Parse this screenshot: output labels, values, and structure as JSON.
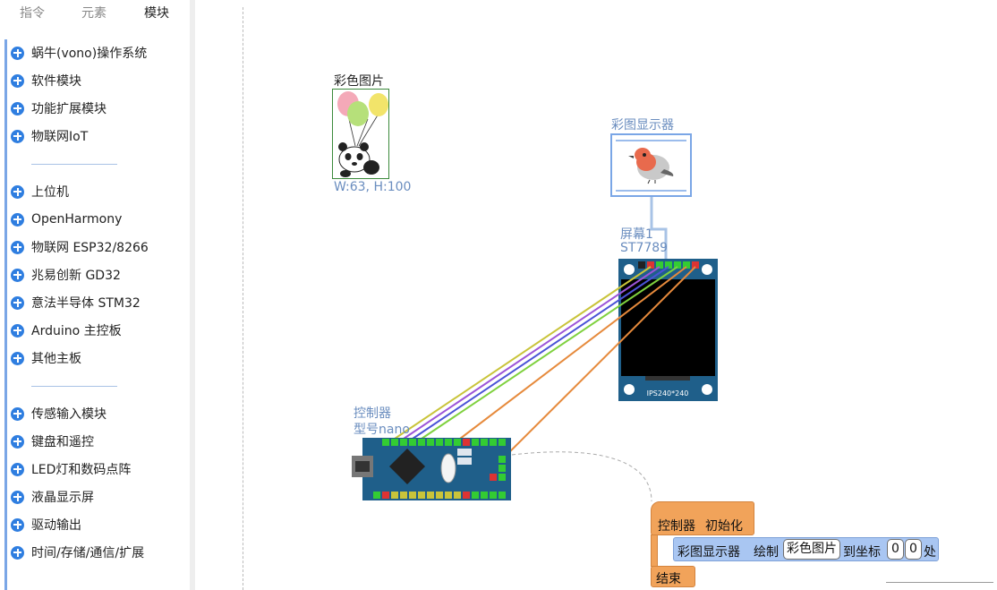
{
  "tabs": [
    {
      "label": "指令",
      "active": false
    },
    {
      "label": "元素",
      "active": false
    },
    {
      "label": "模块",
      "active": true
    }
  ],
  "sidebar": {
    "groups": [
      [
        "蜗牛(vono)操作系统",
        "软件模块",
        "功能扩展模块",
        "物联网IoT"
      ],
      [
        "上位机",
        "OpenHarmony",
        "物联网 ESP32/8266",
        "兆易创新 GD32",
        "意法半导体 STM32",
        "Arduino 主控板",
        "其他主板"
      ],
      [
        "传感输入模块",
        "键盘和遥控",
        "LED灯和数码点阵",
        "液晶显示屏",
        "驱动输出",
        "时间/存储/通信/扩展"
      ]
    ]
  },
  "canvas": {
    "image_component": {
      "title": "彩色图片",
      "size_text": "W:63, H:100"
    },
    "display_component": {
      "title": "彩图显示器"
    },
    "screen_component": {
      "name": "屏幕1",
      "model": "ST7789",
      "board_text": "IPS240*240"
    },
    "controller_component": {
      "name": "控制器",
      "model": "型号nano"
    },
    "code_blocks": {
      "init": {
        "obj": "控制器",
        "action": "初始化"
      },
      "draw": {
        "obj": "彩图显示器",
        "verb": "绘制",
        "image": "彩色图片",
        "to": "到坐标",
        "x": "0",
        "y": "0",
        "end_word": "处"
      },
      "end": {
        "label": "结束"
      }
    },
    "wire_colors": [
      "#c9c43a",
      "#9c55d8",
      "#4a53d6",
      "#7fd13f",
      "#e68a3c",
      "#e68a3c"
    ]
  }
}
